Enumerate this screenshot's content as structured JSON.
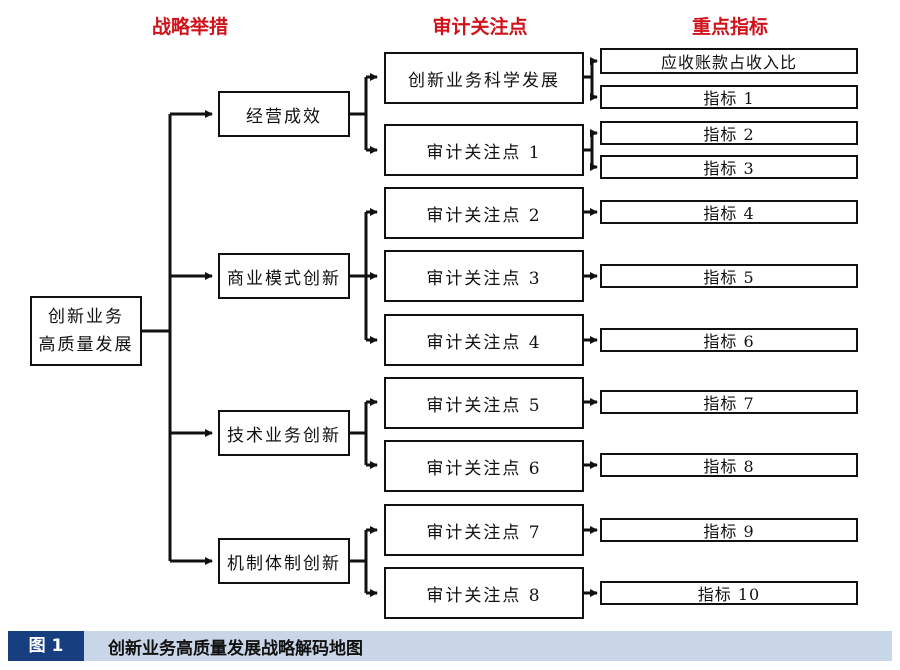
{
  "headers": {
    "strategy": "战略举措",
    "audit_focus": "审计关注点",
    "key_indicators": "重点指标"
  },
  "root": {
    "line1": "创新业务",
    "line2": "高质量发展"
  },
  "strategies": [
    "经营成效",
    "商业模式创新",
    "技术业务创新",
    "机制体制创新"
  ],
  "audit_points": [
    "创新业务科学发展",
    "审计关注点 1",
    "审计关注点 2",
    "审计关注点 3",
    "审计关注点 4",
    "审计关注点 5",
    "审计关注点 6",
    "审计关注点 7",
    "审计关注点 8"
  ],
  "indicators": [
    "应收账款占收入比",
    "指标 1",
    "指标 2",
    "指标 3",
    "指标 4",
    "指标 5",
    "指标 6",
    "指标 7",
    "指标 8",
    "指标 9",
    "指标 10"
  ],
  "caption": {
    "label": "图 1",
    "title": "创新业务高质量发展战略解码地图"
  },
  "colors": {
    "header_red": "#d0121b",
    "caption_bg": "#c9d6e8",
    "caption_label_bg": "#173f7f"
  }
}
